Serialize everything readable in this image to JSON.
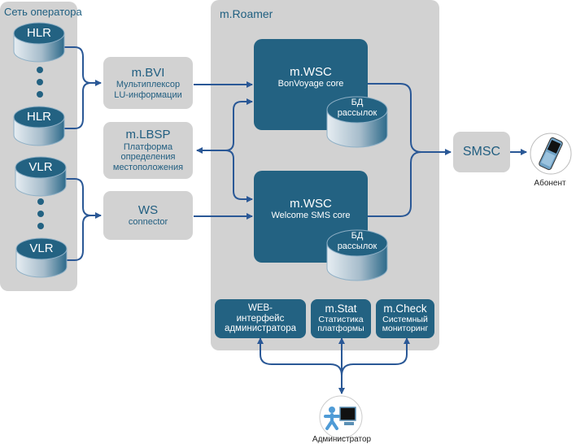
{
  "operator_network": {
    "title": "Сеть оператора",
    "hlr_top": "HLR",
    "hlr_bottom": "HLR",
    "vlr_top": "VLR",
    "vlr_bottom": "VLR"
  },
  "external_modules": {
    "bvi": {
      "title": "m.BVI",
      "line1": "Мультиплексор",
      "line2": "LU-информации"
    },
    "lbsp": {
      "title": "m.LBSP",
      "line1": "Платформа",
      "line2": "определения",
      "line3": "местоположения"
    },
    "ws": {
      "title": "WS",
      "line1": "connector"
    }
  },
  "roamer": {
    "title": "m.Roamer",
    "core1": {
      "title": "m.WSC",
      "subtitle": "BonVoyage core",
      "db_line1": "БД",
      "db_line2": "рассылок"
    },
    "core2": {
      "title": "m.WSC",
      "subtitle": "Welcome SMS core",
      "db_line1": "БД",
      "db_line2": "рассылок"
    },
    "web": {
      "line1": "WEB-",
      "line2": "интерфейс",
      "line3": "администратора"
    },
    "stat": {
      "title": "m.Stat",
      "line1": "Статистика",
      "line2": "платформы"
    },
    "check": {
      "title": "m.Check",
      "line1": "Системный",
      "line2": "мониторинг"
    }
  },
  "smsc": {
    "label": "SMSC"
  },
  "subscriber": {
    "label": "Абонент",
    "icon": "mobile-phone-icon"
  },
  "admin": {
    "label": "Администратор",
    "icon": "admin-workstation-icon"
  },
  "colors": {
    "panel": "#d2d2d2",
    "core_blue": "#236282",
    "text_blue": "#215e80",
    "arrow": "#2a5896"
  }
}
